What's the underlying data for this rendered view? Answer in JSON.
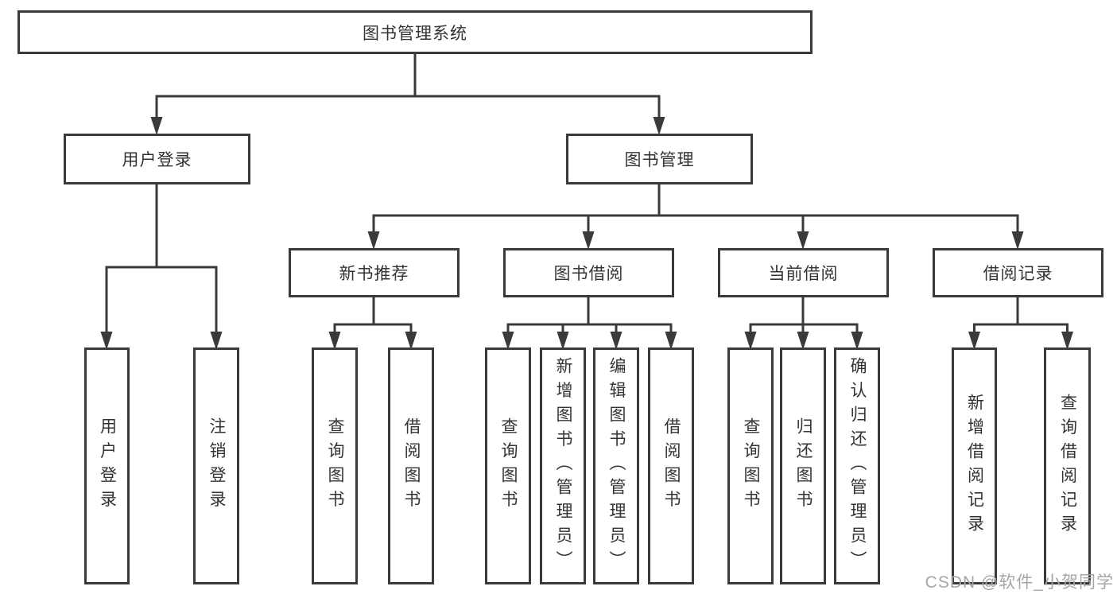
{
  "colors": {
    "line": "#3a3a3a",
    "box_border": "#3a3a3a",
    "text": "#333333",
    "watermark": "#a6a6a6",
    "background": "#ffffff"
  },
  "tree": {
    "label": "图书管理系统",
    "children": [
      {
        "label": "用户登录",
        "children": [
          {
            "label": "用户登录"
          },
          {
            "label": "注销登录"
          }
        ]
      },
      {
        "label": "图书管理",
        "children": [
          {
            "label": "新书推荐",
            "children": [
              {
                "label": "查询图书"
              },
              {
                "label": "借阅图书"
              }
            ]
          },
          {
            "label": "图书借阅",
            "children": [
              {
                "label": "查询图书"
              },
              {
                "label": "新增图书（管理员）"
              },
              {
                "label": "编辑图书（管理员）"
              },
              {
                "label": "借阅图书"
              }
            ]
          },
          {
            "label": "当前借阅",
            "children": [
              {
                "label": "查询图书"
              },
              {
                "label": "归还图书"
              },
              {
                "label": "确认归还（管理员）"
              }
            ]
          },
          {
            "label": "借阅记录",
            "children": [
              {
                "label": "新增借阅记录"
              },
              {
                "label": "查询借阅记录"
              }
            ]
          }
        ]
      }
    ]
  },
  "watermark": {
    "text": "CSDN @软件_小贺同学"
  }
}
